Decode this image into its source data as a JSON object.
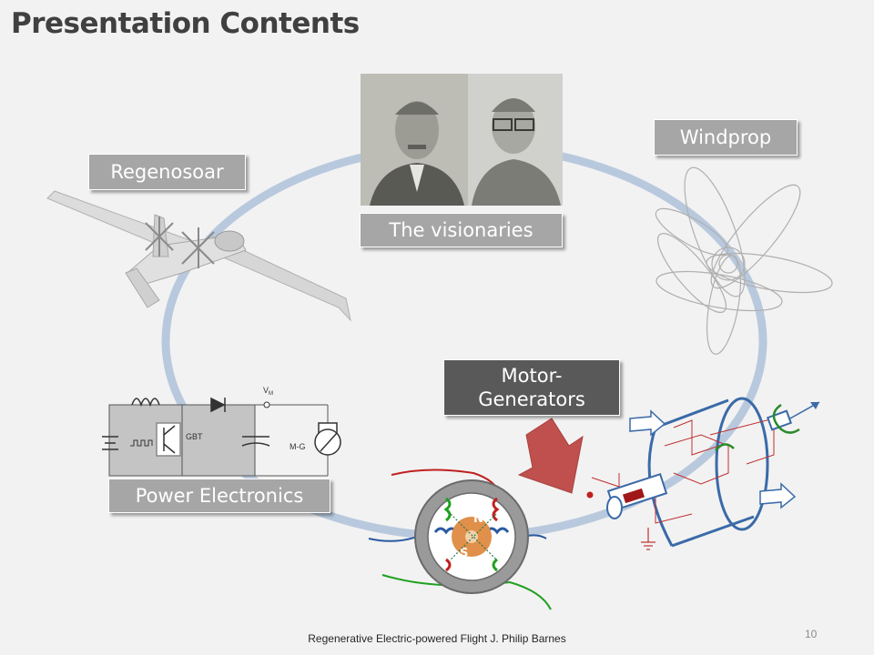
{
  "slide": {
    "title": "Presentation Contents",
    "page_number": "10",
    "footer": "Regenerative Electric-powered Flight   J. Philip Barnes"
  },
  "labels": {
    "regenosoar": "Regenosoar",
    "visionaries": "The visionaries",
    "windprop": "Windprop",
    "motor_line1": "Motor-",
    "motor_line2": "Generators",
    "power_electronics": "Power Electronics"
  },
  "circuit": {
    "vm_label": "V",
    "vm_sub": "M",
    "gbt_label": "GBT",
    "mg_label": "M-G"
  },
  "motor_diagram": {
    "n_label": "N",
    "s_label": "S"
  },
  "colors": {
    "ring": "#b8c9de",
    "label_bg": "#a6a6a6",
    "label_dark_bg": "#595959",
    "arrow_red": "#c0504d",
    "motor_blue": "#3a6aa8"
  }
}
